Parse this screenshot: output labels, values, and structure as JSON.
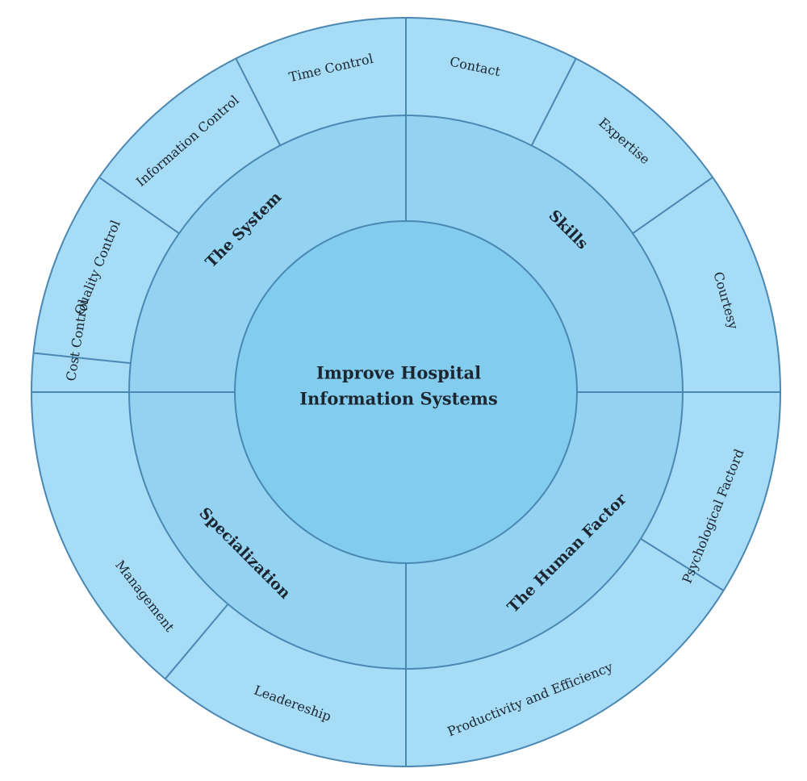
{
  "center": {
    "lines": [
      "Improve Hospital",
      "Information Systems"
    ]
  },
  "segments": [
    {
      "label": "The System",
      "items": [
        "Time Control",
        "Information Control",
        "Quality Control",
        "Cost Control"
      ]
    },
    {
      "label": "Skills",
      "items": [
        "Contact",
        "Expertise",
        "Courtesy"
      ]
    },
    {
      "label": "The Human Factor",
      "items": [
        "Psychological Factord",
        "Productivity and Efficiency"
      ]
    },
    {
      "label": "Specialization",
      "items": [
        "Leadereship",
        "Management"
      ]
    }
  ],
  "colors": {
    "outer_ring": "#a6dcf5",
    "middle_ring": "#93d3f1",
    "center": "#82cdee",
    "stroke": "#4a87b3",
    "text": "#1c2530",
    "background": "#ffffff"
  }
}
